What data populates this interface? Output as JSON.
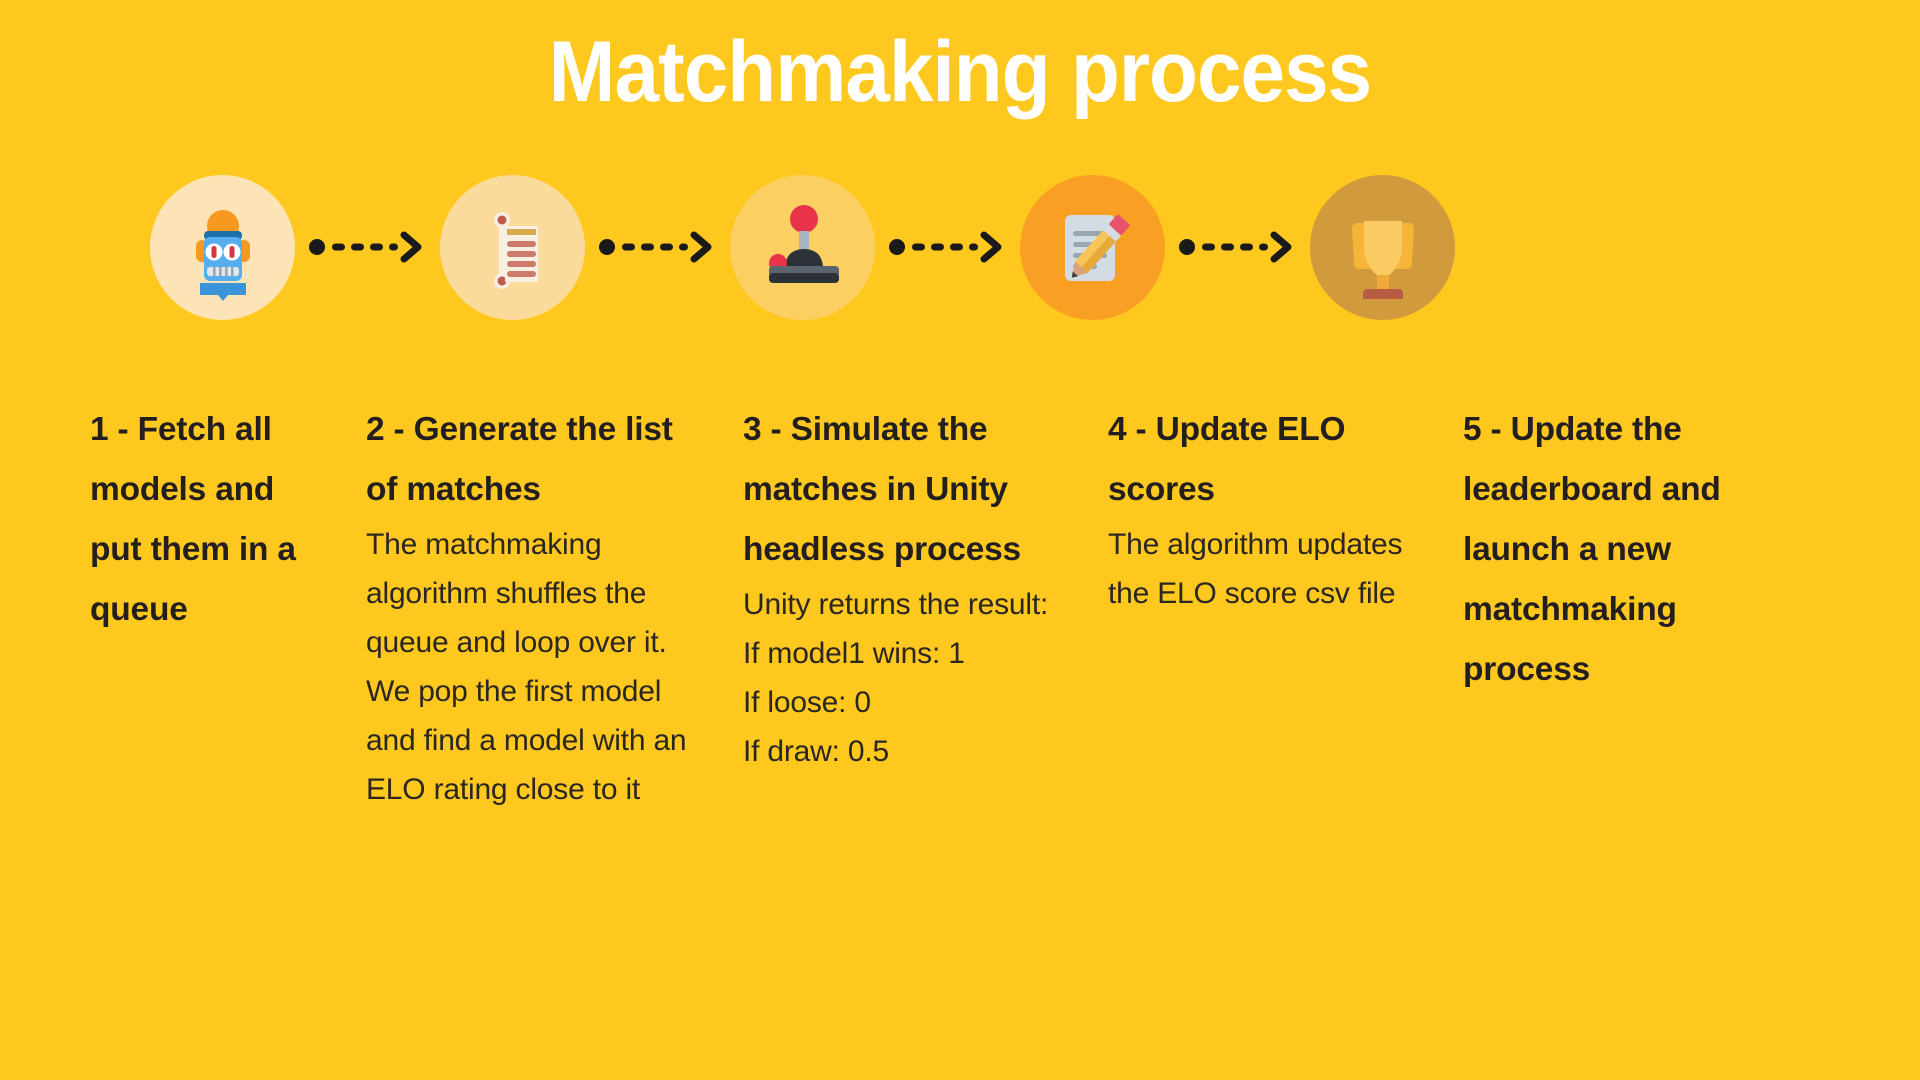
{
  "page": {
    "background_color": "#FFC81E",
    "title": "Matchmaking process",
    "title_color": "#FFFFFF",
    "text_color": "#231F20"
  },
  "flow": {
    "nodes": [
      {
        "icon_name": "robot-icon",
        "circle_color": "#FCE4B6",
        "step": 1
      },
      {
        "icon_name": "checklist-icon",
        "circle_color": "#FBDB9B",
        "step": 2
      },
      {
        "icon_name": "joystick-icon",
        "circle_color": "#FCCF63",
        "step": 3
      },
      {
        "icon_name": "document-pencil-icon",
        "circle_color": "#F99F23",
        "step": 4
      },
      {
        "icon_name": "trophy-icon",
        "circle_color": "#D19A3C",
        "step": 5
      }
    ],
    "connectors": [
      {
        "icon_name": "dashed-arrow-icon",
        "color": "#1A1A1A"
      },
      {
        "icon_name": "dashed-arrow-icon",
        "color": "#1A1A1A"
      },
      {
        "icon_name": "dashed-arrow-icon",
        "color": "#1A1A1A"
      },
      {
        "icon_name": "dashed-arrow-icon",
        "color": "#1A1A1A"
      }
    ]
  },
  "steps": [
    {
      "number": "1 - ",
      "heading": "Fetch all models and put them in a queue",
      "body": ""
    },
    {
      "number": "2 - ",
      "heading": "Generate the list of matches",
      "body": "The matchmaking algorithm shuffles the queue and loop over it.\nWe pop the first model and find a model with an ELO rating close to it"
    },
    {
      "number": "3 - ",
      "heading": "Simulate the matches in Unity headless process",
      "body": "Unity returns the result:\nIf model1 wins: 1\nIf loose: 0\nIf draw: 0.5"
    },
    {
      "number": "4 - ",
      "heading": "Update ELO scores",
      "body": "The algorithm updates the ELO score csv file"
    },
    {
      "number": "5 - ",
      "heading": "Update the leaderboard and launch a new matchmaking process",
      "body": ""
    }
  ]
}
